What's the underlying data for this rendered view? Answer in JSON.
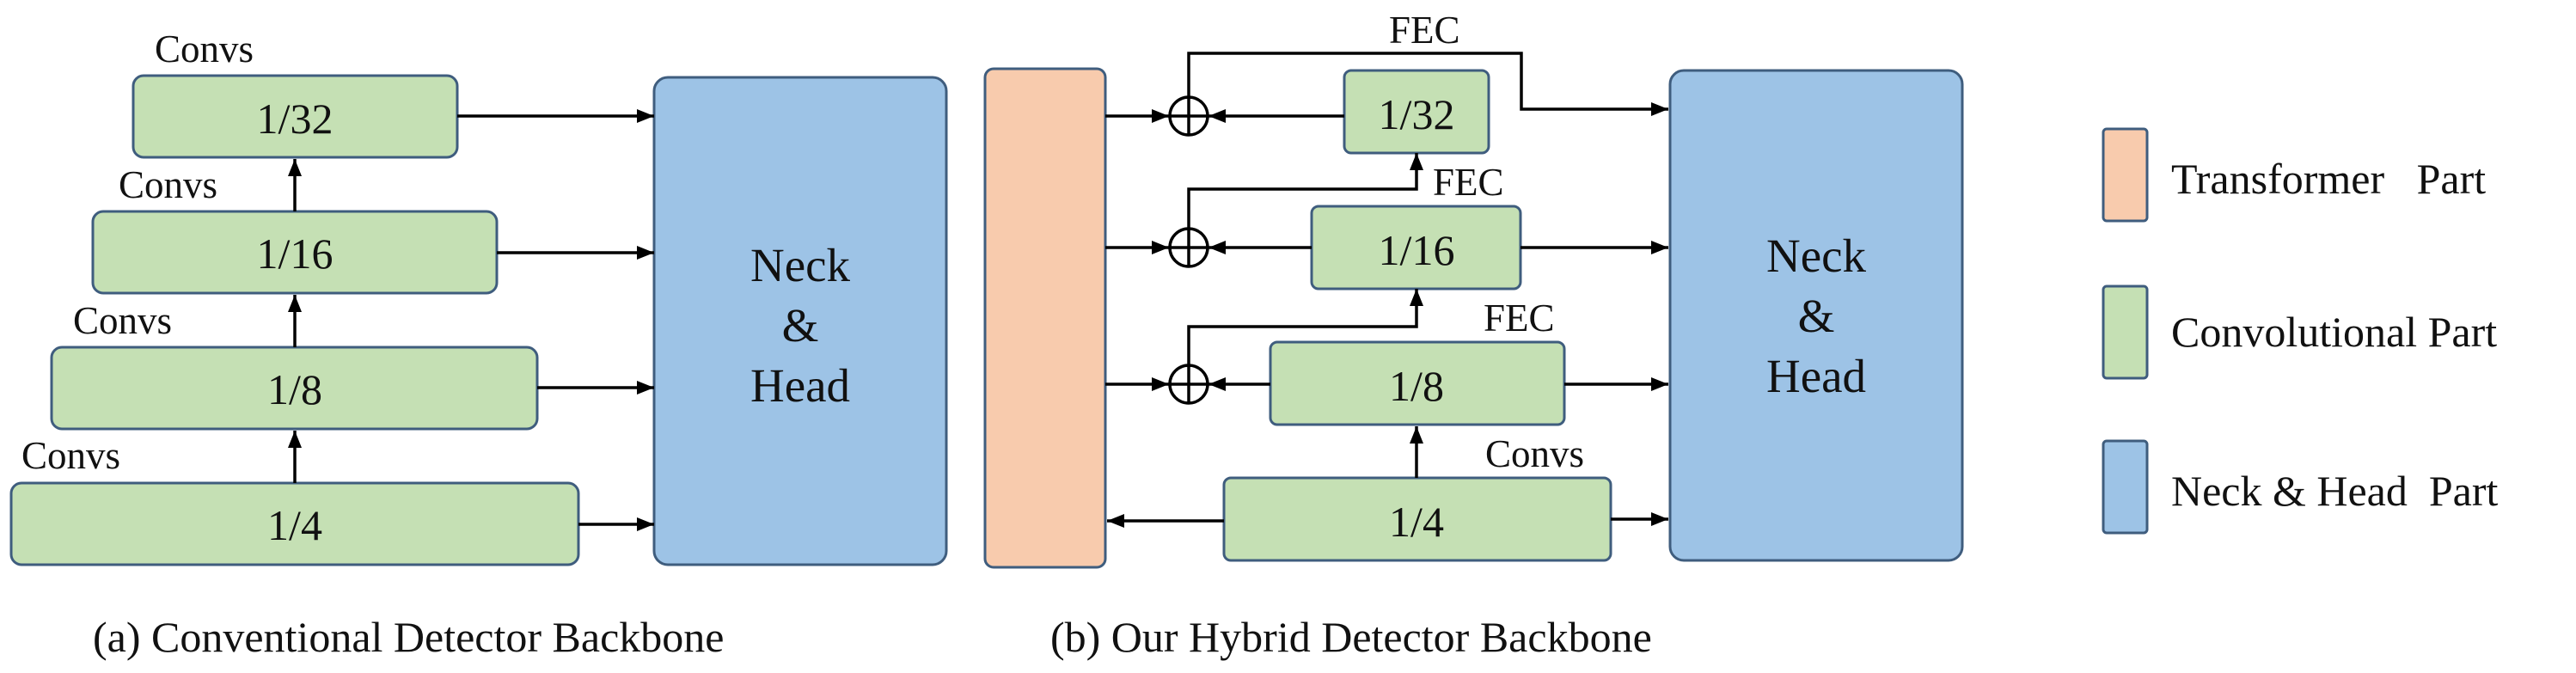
{
  "panel_a": {
    "caption": "(a) Conventional Detector Backbone",
    "stages": [
      {
        "scale": "1/32",
        "op_label": "Convs"
      },
      {
        "scale": "1/16",
        "op_label": "Convs"
      },
      {
        "scale": "1/8",
        "op_label": "Convs"
      },
      {
        "scale": "1/4",
        "op_label": "Convs"
      }
    ],
    "head_lines": [
      "Neck",
      "&",
      "Head"
    ]
  },
  "panel_b": {
    "caption": "(b) Our Hybrid Detector Backbone",
    "stages": [
      {
        "scale": "1/32",
        "op_label": "FEC"
      },
      {
        "scale": "1/16",
        "op_label": "FEC"
      },
      {
        "scale": "1/8",
        "op_label": "FEC"
      },
      {
        "scale": "1/4",
        "op_label": "Convs"
      }
    ],
    "head_lines": [
      "Neck",
      "&",
      "Head"
    ]
  },
  "legend": [
    {
      "label": "Transformer   Part",
      "color": "#f8cbad"
    },
    {
      "label": "Convolutional Part",
      "color": "#c5e0b4"
    },
    {
      "label": "Neck & Head  Part",
      "color": "#9dc3e6"
    }
  ],
  "colors": {
    "transformer": "#f8cbad",
    "convolutional": "#c5e0b4",
    "neck_head": "#9dc3e6",
    "border": "#3f5d7e"
  },
  "icons": [
    "plus-circle-icon"
  ]
}
